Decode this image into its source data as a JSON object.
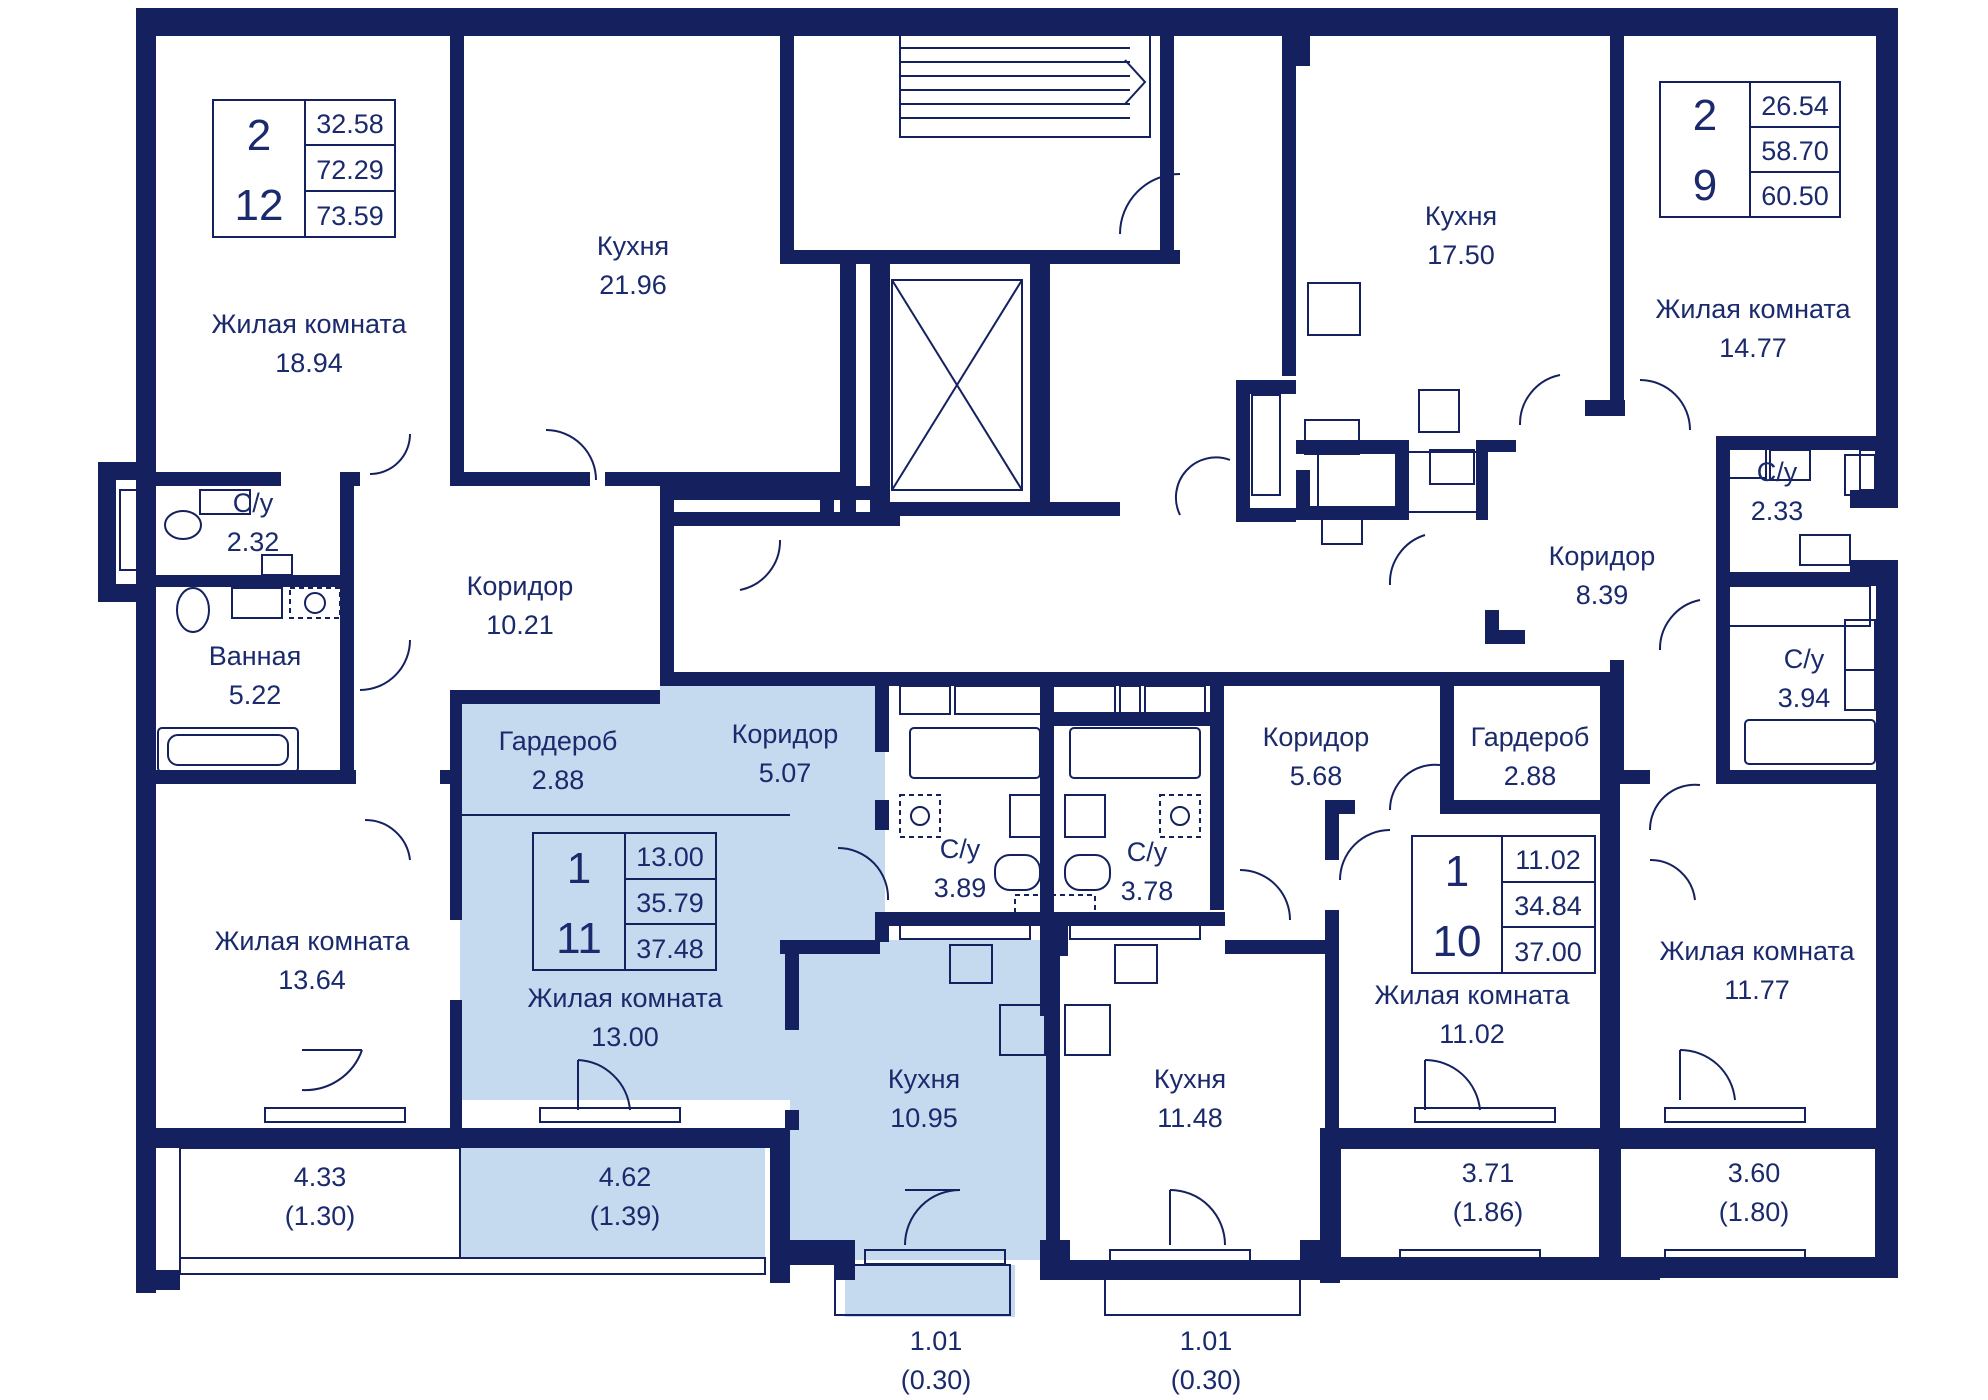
{
  "colors": {
    "wall": "#15215f",
    "text": "#1a2a6c",
    "highlight": "#c5d9ef",
    "background": "#ffffff"
  },
  "rooms": {
    "living_nw": {
      "name": "Жилая комната",
      "area": "18.94"
    },
    "kitchen_n": {
      "name": "Кухня",
      "area": "21.96"
    },
    "kitchen_ne": {
      "name": "Кухня",
      "area": "17.50"
    },
    "living_ne": {
      "name": "Жилая комната",
      "area": "14.77"
    },
    "wc_w": {
      "name": "С/у",
      "area": "2.32"
    },
    "bath_w": {
      "name": "Ванная",
      "area": "5.22"
    },
    "corridor_w": {
      "name": "Коридор",
      "area": "10.21"
    },
    "wardrobe_w": {
      "name": "Гардероб",
      "area": "2.88"
    },
    "corridor_mid": {
      "name": "Коридор",
      "area": "5.07"
    },
    "wc_mid1": {
      "name": "С/у",
      "area": "3.89"
    },
    "wc_mid2": {
      "name": "С/у",
      "area": "3.78"
    },
    "corridor_e": {
      "name": "Коридор",
      "area": "5.68"
    },
    "wardrobe_e": {
      "name": "Гардероб",
      "area": "2.88"
    },
    "corridor_ne": {
      "name": "Коридор",
      "area": "8.39"
    },
    "wc_ne1": {
      "name": "С/у",
      "area": "2.33"
    },
    "wc_ne2": {
      "name": "С/у",
      "area": "3.94"
    },
    "living_sw": {
      "name": "Жилая комната",
      "area": "13.64"
    },
    "living_s1": {
      "name": "Жилая комната",
      "area": "13.00"
    },
    "kitchen_s1": {
      "name": "Кухня",
      "area": "10.95"
    },
    "kitchen_s2": {
      "name": "Кухня",
      "area": "11.48"
    },
    "living_s2": {
      "name": "Жилая комната",
      "area": "11.02"
    },
    "living_se": {
      "name": "Жилая комната",
      "area": "11.77"
    }
  },
  "balconies": [
    {
      "area": "4.33",
      "reduced": "(1.30)"
    },
    {
      "area": "4.62",
      "reduced": "(1.39)"
    },
    {
      "area": "1.01",
      "reduced": "(0.30)"
    },
    {
      "area": "1.01",
      "reduced": "(0.30)"
    },
    {
      "area": "3.71",
      "reduced": "(1.86)"
    },
    {
      "area": "3.60",
      "reduced": "(1.80)"
    }
  ],
  "apartments": [
    {
      "rooms": "2",
      "number": "12",
      "living": "32.58",
      "total": "72.29",
      "total_with_balcony": "73.59",
      "highlighted": false
    },
    {
      "rooms": "2",
      "number": "9",
      "living": "26.54",
      "total": "58.70",
      "total_with_balcony": "60.50",
      "highlighted": false
    },
    {
      "rooms": "1",
      "number": "11",
      "living": "13.00",
      "total": "35.79",
      "total_with_balcony": "37.48",
      "highlighted": true
    },
    {
      "rooms": "1",
      "number": "10",
      "living": "11.02",
      "total": "34.84",
      "total_with_balcony": "37.00",
      "highlighted": false
    }
  ]
}
